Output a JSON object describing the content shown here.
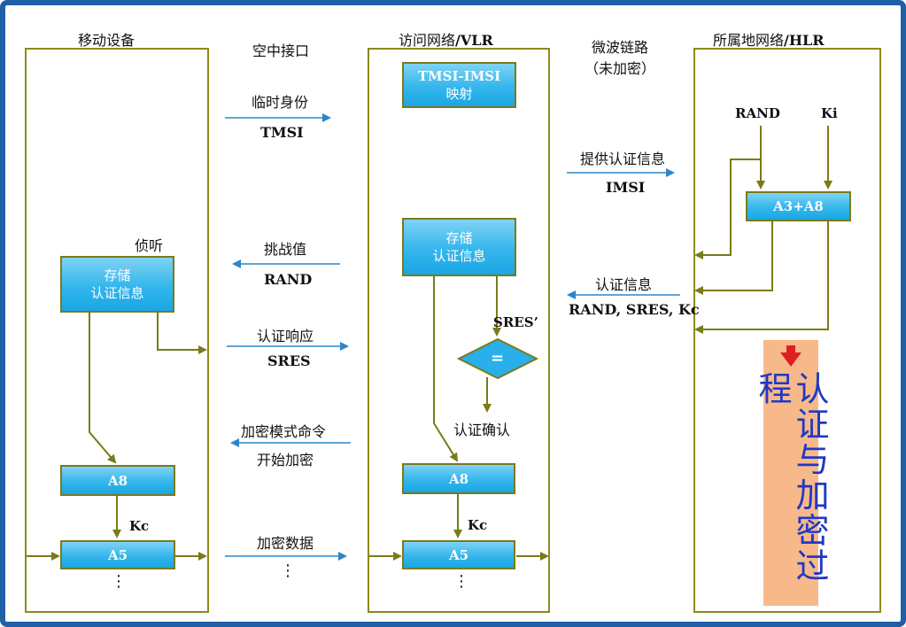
{
  "columns": {
    "mobile": "移动设备",
    "air": "空中接口",
    "vlr_cn": "访问网络",
    "vlr_en": "/VLR",
    "microwave_1": "微波链路",
    "microwave_2": "（未加密）",
    "hlr_cn": "所属地网络",
    "hlr_en": "/HLR"
  },
  "mobile": {
    "listen": "侦听",
    "store_1": "存储",
    "store_2": "认证信息",
    "a8": "A8",
    "kc": "Kc",
    "a5": "A5",
    "dots": "⋮"
  },
  "air": {
    "msg1_cn": "临时身份",
    "msg1_en": "TMSI",
    "msg2_cn": "挑战值",
    "msg2_en": "RAND",
    "msg3_cn": "认证响应",
    "msg3_en": "SRES",
    "msg4_cn": "加密模式命令",
    "msg4_cn2": "开始加密",
    "msg5_cn": "加密数据",
    "dots": "⋮"
  },
  "vlr": {
    "map_1": "TMSI-IMSI",
    "map_2": "映射",
    "store_1": "存储",
    "store_2": "认证信息",
    "sres": "SRES’",
    "eq": "=",
    "confirm": "认证确认",
    "a8": "A8",
    "kc": "Kc",
    "a5": "A5",
    "dots": "⋮"
  },
  "link": {
    "req_cn": "提供认证信息",
    "req_en": "IMSI",
    "resp_cn": "认证信息",
    "resp_en": "RAND, SRES, Kc"
  },
  "hlr": {
    "rand": "RAND",
    "ki": "Ki",
    "a3a8": "A3+A8"
  },
  "side_title": "认证与加密过程",
  "colors": {
    "frame": "#1f5fa6",
    "border": "#8b8b1c",
    "arrow_olive": "#7a7a1a",
    "arrow_blue": "#2b86c8",
    "side_bg": "#f7b98a",
    "side_text": "#1f39c5"
  }
}
